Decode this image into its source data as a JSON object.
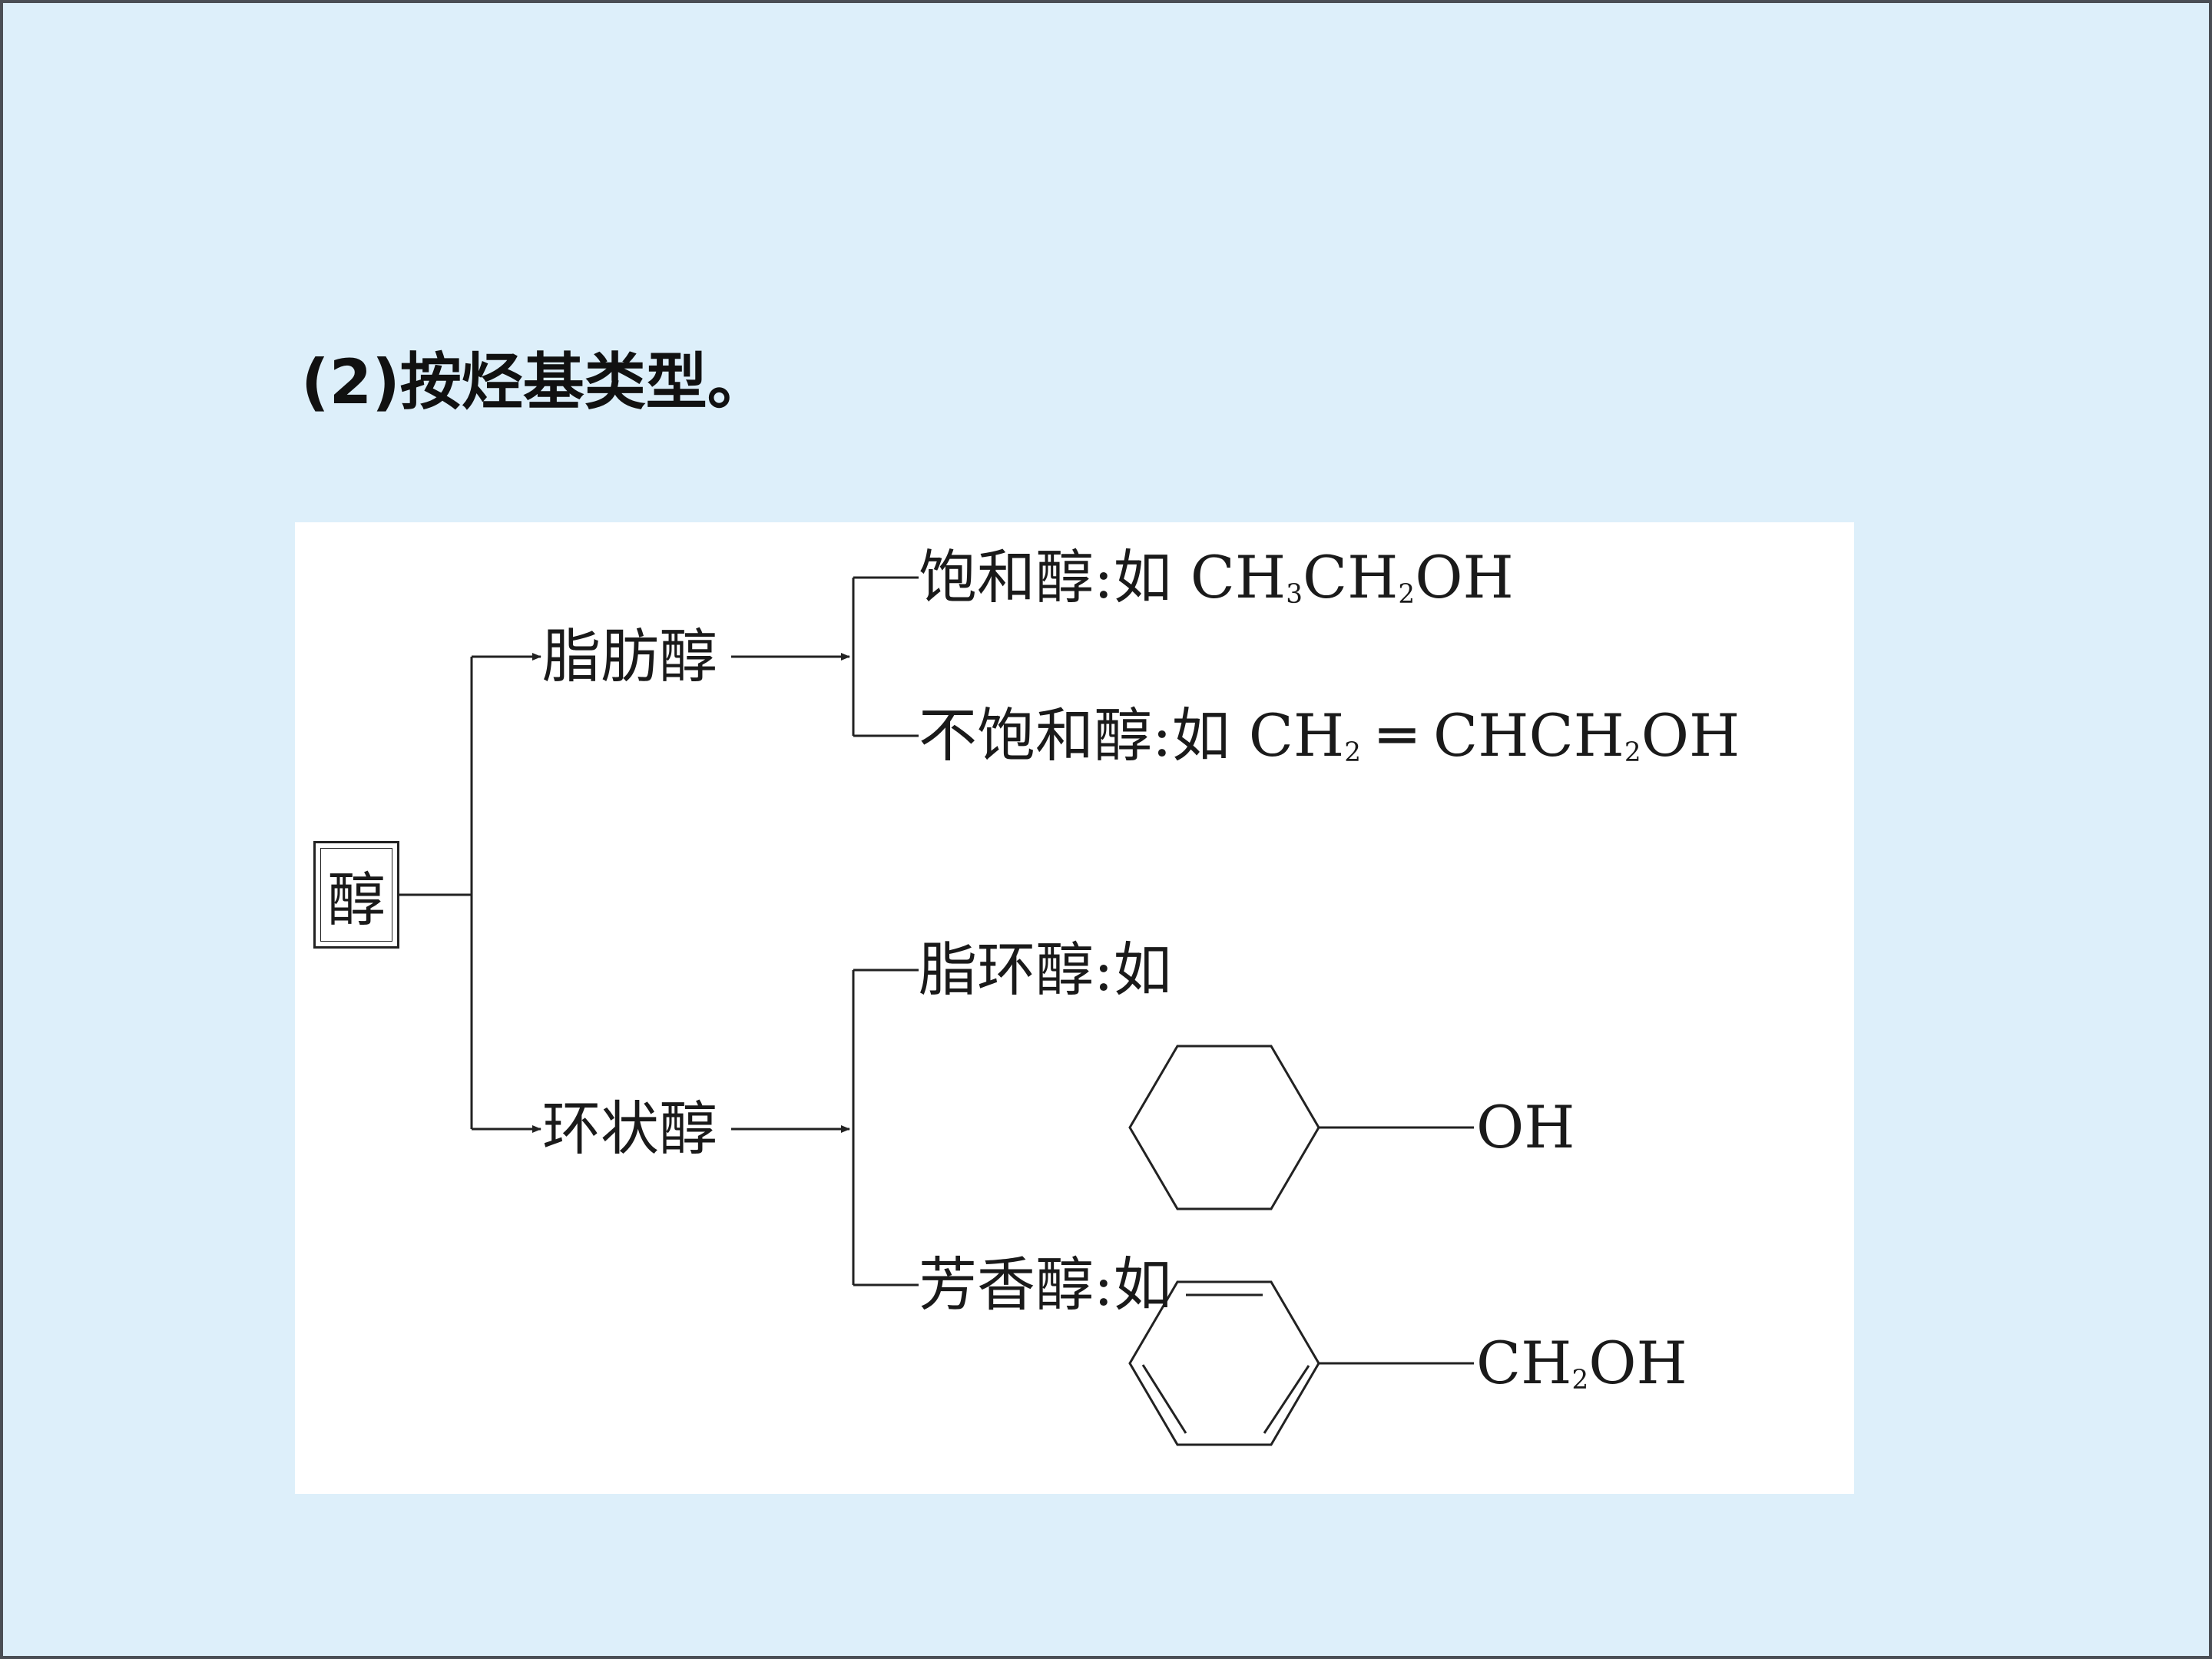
{
  "heading": "(2)按烃基类型。",
  "diagram": {
    "root": "醇",
    "aliphatic": {
      "label": "脂肪醇",
      "saturated": {
        "label": "饱和醇",
        "example_prefix": ":如",
        "example_formula": [
          {
            "t": "CH"
          },
          {
            "sub": "3"
          },
          {
            "t": "CH"
          },
          {
            "sub": "2"
          },
          {
            "t": "OH"
          }
        ]
      },
      "unsaturated": {
        "label": "不饱和醇",
        "example_prefix": ":如",
        "example_formula": [
          {
            "t": "CH"
          },
          {
            "sub": "2"
          },
          {
            "t": " ═ CHCH"
          },
          {
            "sub": "2"
          },
          {
            "t": "OH"
          }
        ]
      }
    },
    "cyclic": {
      "label": "环状醇",
      "alicyclic": {
        "label": "脂环醇",
        "example_prefix": ":如",
        "substituent": [
          {
            "t": "OH"
          }
        ]
      },
      "aromatic": {
        "label": "芳香醇",
        "example_prefix": ":如",
        "substituent": [
          {
            "t": "CH"
          },
          {
            "sub": "2"
          },
          {
            "t": "OH"
          }
        ]
      }
    }
  }
}
